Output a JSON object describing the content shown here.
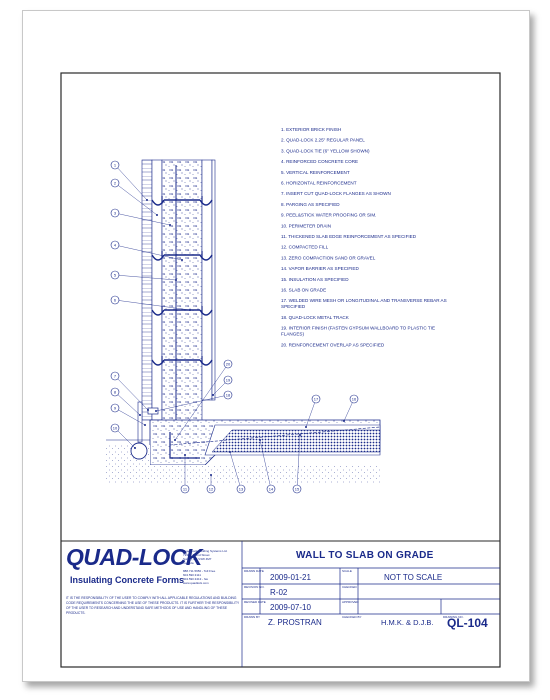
{
  "notes": [
    "1.  EXTERIOR BRICK FINISH",
    "2.  QUAD-LOCK 2.25\" REGULAR PANEL",
    "3.  QUAD-LOCK TIE (6\" YELLOW SHOWN)",
    "4.  REINFORCED CONCRETE CORE",
    "5.  VERTICAL REINFORCEMENT",
    "6.  HORIZONTAL REINFORCEMENT",
    "7.  INSERT CUT QUAD-LOCK FLANGES AS SHOWN",
    "8.  PARGING AS SPECIFIED",
    "9.  PEEL&STICK WATER PROOFING OR SIM.",
    "10. PERIMETER DRAIN",
    "11. THICKENED SLAB EDGE REINFORCEMENT AS SPECIFIED",
    "12. COMPACTED FILL",
    "13. ZERO COMPACTION SAND OR GRAVEL",
    "14. VAPOR BARRIER AS SPECIFIED",
    "15. INSULATION AS SPECIFIED",
    "16. SLAB ON GRADE",
    "17. WELDED WIRE MESH OR LONGITUDINAL AND TRANSVERSE REBAR AS",
    "     SPECIFIED",
    "18. QUAD-LOCK METAL TRACK",
    "19. INTERIOR FINISH (FASTEN GYPSUM WALLBOARD TO PLASTIC TIE",
    "     FLANGES)",
    "20. REINFORCEMENT OVERLAP AS SPECIFIED"
  ],
  "left_callouts": [
    "1",
    "2",
    "3",
    "4",
    "5",
    "6",
    "7",
    "8",
    "9",
    "10"
  ],
  "right_callouts": [
    "20",
    "19",
    "18"
  ],
  "top_callouts": [
    "17",
    "16"
  ],
  "bottom_callouts": [
    "11",
    "12",
    "13",
    "14",
    "15"
  ],
  "logo": {
    "name": "QUAD-LOCK",
    "subtitle": "Insulating Concrete Forms",
    "company": [
      "Quad-Lock Building Systems Ltd.",
      "7398 - 132nd Street",
      "Surrey, BC  V3W 4M7",
      "Canada"
    ],
    "phones": [
      "888.711.5650 - Toll Free",
      "604.590.3111",
      "604.590.3413 - fax",
      "www.quadlock.com"
    ]
  },
  "disclaimer": "IT IS THE RESPONSIBILITY OF THE USER TO COMPLY WITH ALL APPLICABLE REGULATIONS AND BUILDING CODE REQUIREMENTS CONCERNING THE USE OF THESE PRODUCTS. IT IS FURTHER THE RESPONSIBILITY OF THE USER TO RESEARCH AND UNDERSTAND SAFE METHODS OF USE AND HANDLING OF THESE PRODUCTS.",
  "title_block": {
    "title": "WALL TO SLAB ON GRADE",
    "labels": {
      "date": "DRAWN DATE",
      "scale": "SCALE",
      "revision": "REVISION NO.",
      "checked": "CHECKED",
      "revised": "REVISED DATE",
      "approved": "APPROVED",
      "drawn": "DRAWN BY",
      "checked_by": "CHECKED BY",
      "drawing": "DRAWING NO."
    },
    "date": "2009-01-21",
    "scale": "NOT TO SCALE",
    "revision": "R-02",
    "revised": "2009-07-10",
    "drawn_by": "Z. PROSTRAN",
    "checked_by": "H.M.K. & D.J.B.",
    "drawing_no": "QL-104"
  },
  "colors": {
    "ink": "#1a2a8a",
    "frame": "#2a2a2a"
  }
}
